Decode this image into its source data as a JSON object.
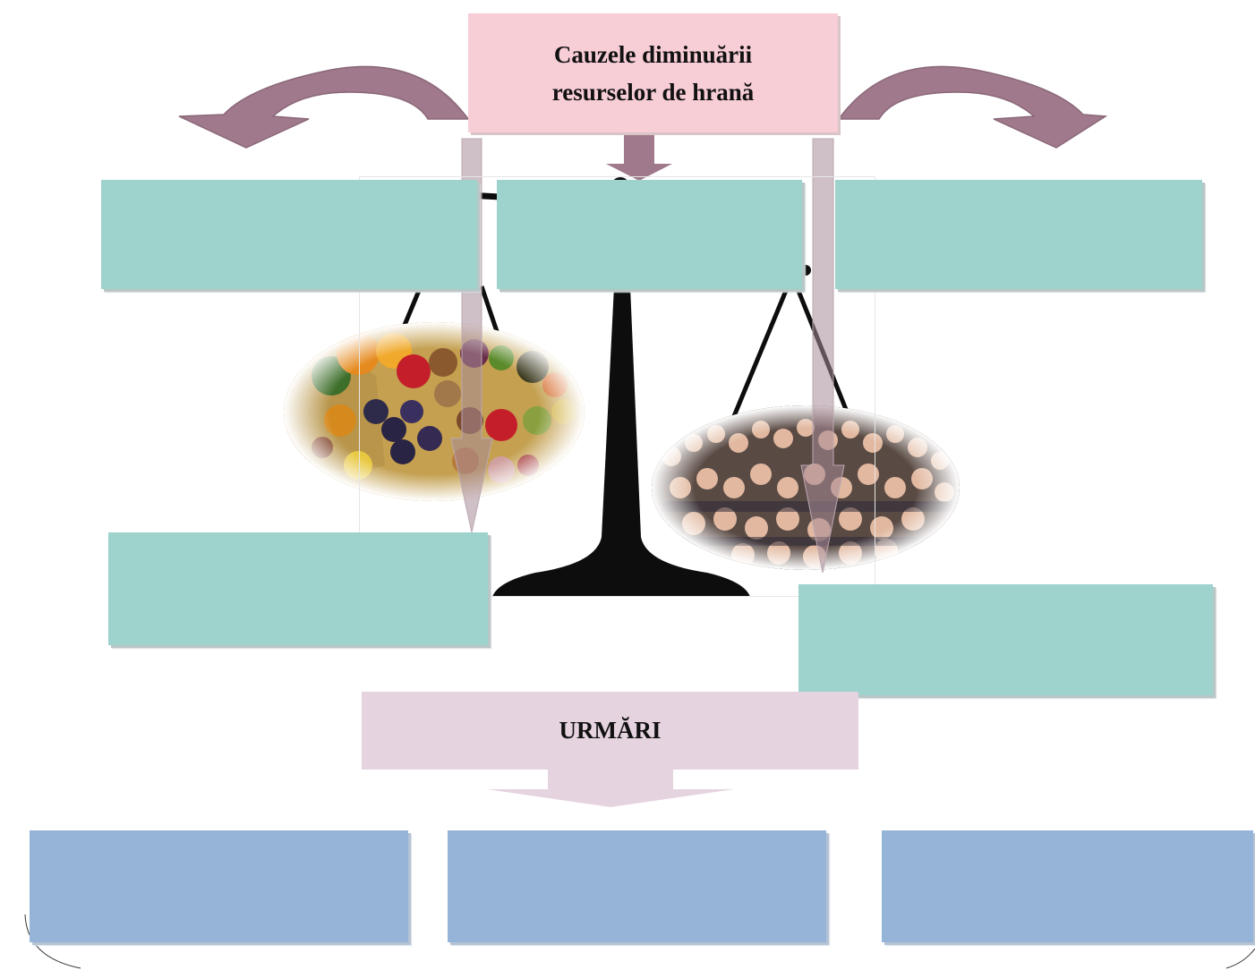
{
  "title": "Cauzele diminuării resurselor de hrană",
  "title_lines": [
    "Cauzele diminuării",
    "resurselor de hrană"
  ],
  "consequences_label": "URMĂRI",
  "images": {
    "left_pan": "food-cornucopia-image",
    "right_pan": "crowd-of-people-image",
    "center": "balance-scale-icon"
  },
  "colors": {
    "title_fill": "#f7cdd6",
    "cause_box_fill": "#9dd2cd",
    "consequence_box_fill": "#95b4d8",
    "urmari_fill": "#e6d3e0",
    "arrow_fill": "#a07a8c",
    "scale_fill": "#0d0d0d"
  }
}
